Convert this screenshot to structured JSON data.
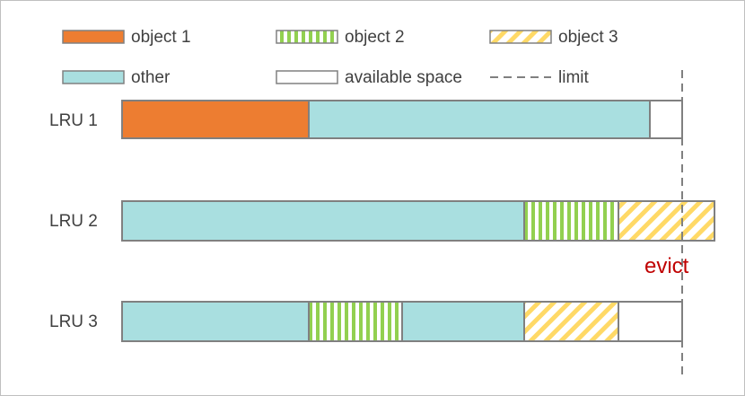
{
  "legend": {
    "object1": "object 1",
    "object2": "object 2",
    "object3": "object 3",
    "other": "other",
    "available": "available space",
    "limit": "limit"
  },
  "rows": [
    {
      "label": "LRU 1"
    },
    {
      "label": "LRU 2"
    },
    {
      "label": "LRU 3"
    }
  ],
  "annotation": {
    "evict": "evict"
  },
  "colors": {
    "object1": "#ED7D31",
    "object2_stripe": "#92D050",
    "object3_stripe": "#FFD966",
    "other": "#A9DFE0",
    "border": "#808080",
    "evict": "#C00000",
    "limit": "#808080"
  }
}
